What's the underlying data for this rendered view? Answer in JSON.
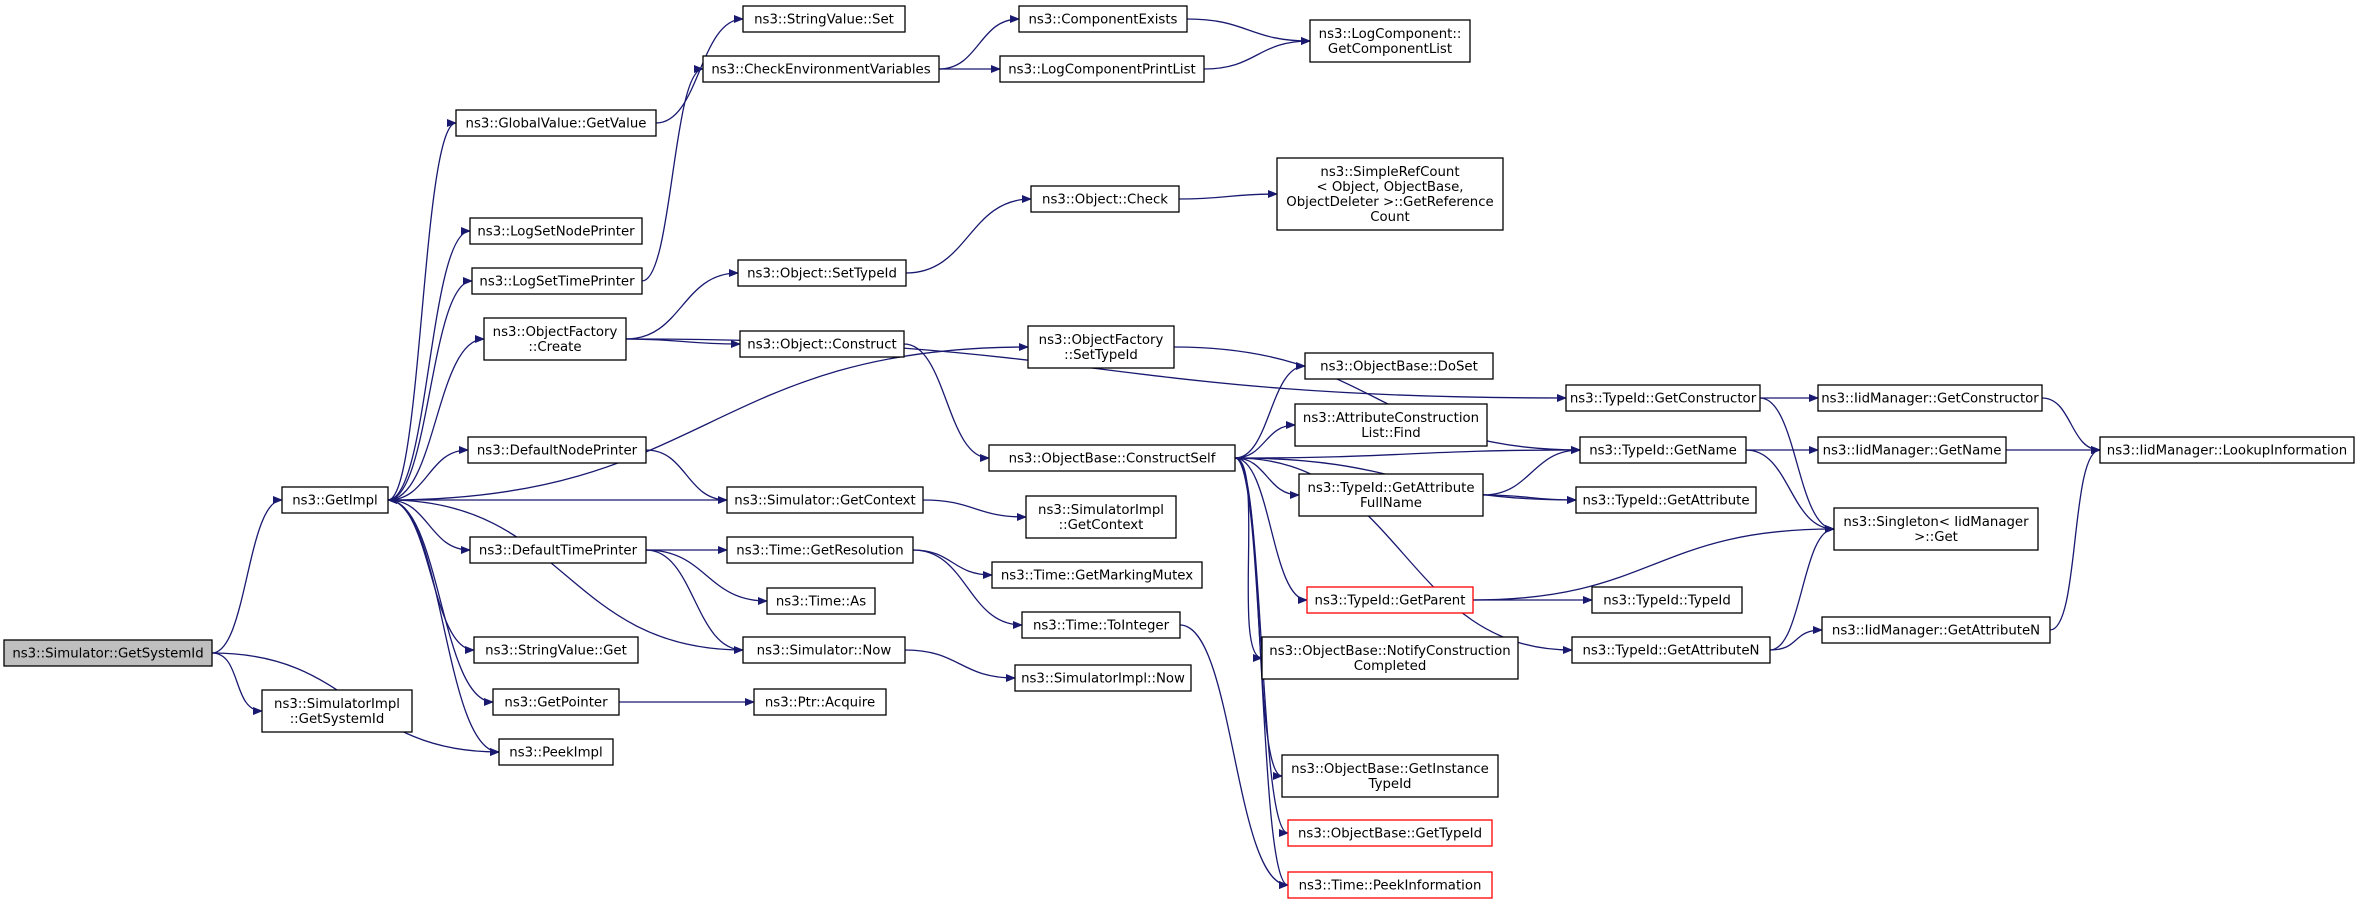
{
  "diagram": {
    "type": "call-graph",
    "colors": {
      "edge": "#191970",
      "node_border": "#000000",
      "root_fill": "#bfbfbf",
      "truncated_border": "#ff0000"
    },
    "nodes": [
      {
        "id": "getsystemid",
        "lines": [
          "ns3::Simulator::GetSystemId"
        ],
        "style": "root"
      },
      {
        "id": "simimpl_getsystemid",
        "lines": [
          "ns3::SimulatorImpl",
          "::GetSystemId"
        ]
      },
      {
        "id": "getimpl",
        "lines": [
          "ns3::GetImpl"
        ]
      },
      {
        "id": "peekimpl",
        "lines": [
          "ns3::PeekImpl"
        ]
      },
      {
        "id": "globalvalue_getvalue",
        "lines": [
          "ns3::GlobalValue::GetValue"
        ]
      },
      {
        "id": "logsetnodeprinter",
        "lines": [
          "ns3::LogSetNodePrinter"
        ]
      },
      {
        "id": "logsettimeprinter",
        "lines": [
          "ns3::LogSetTimePrinter"
        ]
      },
      {
        "id": "objectfactory_create",
        "lines": [
          "ns3::ObjectFactory",
          "::Create"
        ]
      },
      {
        "id": "defaultnodeprinter",
        "lines": [
          "ns3::DefaultNodePrinter"
        ]
      },
      {
        "id": "defaulttimeprinter",
        "lines": [
          "ns3::DefaultTimePrinter"
        ]
      },
      {
        "id": "stringvalue_get",
        "lines": [
          "ns3::StringValue::Get"
        ]
      },
      {
        "id": "getpointer",
        "lines": [
          "ns3::GetPointer"
        ]
      },
      {
        "id": "stringvalue_set",
        "lines": [
          "ns3::StringValue::Set"
        ]
      },
      {
        "id": "checkenvvars",
        "lines": [
          "ns3::CheckEnvironmentVariables"
        ]
      },
      {
        "id": "object_settypeid",
        "lines": [
          "ns3::Object::SetTypeId"
        ]
      },
      {
        "id": "object_construct",
        "lines": [
          "ns3::Object::Construct"
        ]
      },
      {
        "id": "simulator_getcontext",
        "lines": [
          "ns3::Simulator::GetContext"
        ]
      },
      {
        "id": "time_getresolution",
        "lines": [
          "ns3::Time::GetResolution"
        ]
      },
      {
        "id": "time_as",
        "lines": [
          "ns3::Time::As"
        ]
      },
      {
        "id": "simulator_now",
        "lines": [
          "ns3::Simulator::Now"
        ]
      },
      {
        "id": "ptr_acquire",
        "lines": [
          "ns3::Ptr::Acquire"
        ]
      },
      {
        "id": "componentexists",
        "lines": [
          "ns3::ComponentExists"
        ]
      },
      {
        "id": "logcomponentprintlist",
        "lines": [
          "ns3::LogComponentPrintList"
        ]
      },
      {
        "id": "logcomponent_getlist",
        "lines": [
          "ns3::LogComponent::",
          "GetComponentList"
        ]
      },
      {
        "id": "object_check",
        "lines": [
          "ns3::Object::Check"
        ]
      },
      {
        "id": "simplerefcount",
        "lines": [
          "ns3::SimpleRefCount",
          "< Object, ObjectBase,",
          " ObjectDeleter >::GetReference",
          "Count"
        ]
      },
      {
        "id": "objectfactory_settypeid",
        "lines": [
          "ns3::ObjectFactory",
          "::SetTypeId"
        ]
      },
      {
        "id": "constructself",
        "lines": [
          "ns3::ObjectBase::ConstructSelf"
        ]
      },
      {
        "id": "simimpl_getcontext",
        "lines": [
          "ns3::SimulatorImpl",
          "::GetContext"
        ]
      },
      {
        "id": "time_getmarkingmutex",
        "lines": [
          "ns3::Time::GetMarkingMutex"
        ]
      },
      {
        "id": "time_tointeger",
        "lines": [
          "ns3::Time::ToInteger"
        ]
      },
      {
        "id": "simimpl_now",
        "lines": [
          "ns3::SimulatorImpl::Now"
        ]
      },
      {
        "id": "objectbase_doset",
        "lines": [
          "ns3::ObjectBase::DoSet"
        ]
      },
      {
        "id": "attrconstructionlist_find",
        "lines": [
          "ns3::AttributeConstruction",
          "List::Find"
        ]
      },
      {
        "id": "typeid_getattributefullname",
        "lines": [
          "ns3::TypeId::GetAttribute",
          "FullName"
        ]
      },
      {
        "id": "typeid_getparent",
        "lines": [
          "ns3::TypeId::GetParent"
        ],
        "style": "truncated"
      },
      {
        "id": "objectbase_notifyconstruction",
        "lines": [
          "ns3::ObjectBase::NotifyConstruction",
          "Completed"
        ]
      },
      {
        "id": "objectbase_getinstancetypeid",
        "lines": [
          "ns3::ObjectBase::GetInstance",
          "TypeId"
        ]
      },
      {
        "id": "objectbase_gettypeid",
        "lines": [
          "ns3::ObjectBase::GetTypeId"
        ],
        "style": "truncated"
      },
      {
        "id": "time_peekinformation",
        "lines": [
          "ns3::Time::PeekInformation"
        ],
        "style": "truncated"
      },
      {
        "id": "typeid_getconstructor",
        "lines": [
          "ns3::TypeId::GetConstructor"
        ]
      },
      {
        "id": "typeid_getname",
        "lines": [
          "ns3::TypeId::GetName"
        ]
      },
      {
        "id": "typeid_getattribute",
        "lines": [
          "ns3::TypeId::GetAttribute"
        ]
      },
      {
        "id": "typeid_typeid",
        "lines": [
          "ns3::TypeId::TypeId"
        ]
      },
      {
        "id": "typeid_getattributen",
        "lines": [
          "ns3::TypeId::GetAttributeN"
        ]
      },
      {
        "id": "iidmanager_getconstructor",
        "lines": [
          "ns3::IidManager::GetConstructor"
        ]
      },
      {
        "id": "iidmanager_getname",
        "lines": [
          "ns3::IidManager::GetName"
        ]
      },
      {
        "id": "singleton_iidmanager_get",
        "lines": [
          "ns3::Singleton< IidManager",
          " >::Get"
        ]
      },
      {
        "id": "iidmanager_getattributen",
        "lines": [
          "ns3::IidManager::GetAttributeN"
        ]
      },
      {
        "id": "iidmanager_lookupinformation",
        "lines": [
          "ns3::IidManager::LookupInformation"
        ]
      }
    ],
    "edges": [
      [
        "getsystemid",
        "getimpl"
      ],
      [
        "getsystemid",
        "simimpl_getsystemid"
      ],
      [
        "getsystemid",
        "peekimpl"
      ],
      [
        "getimpl",
        "globalvalue_getvalue"
      ],
      [
        "getimpl",
        "logsetnodeprinter"
      ],
      [
        "getimpl",
        "logsettimeprinter"
      ],
      [
        "getimpl",
        "objectfactory_create"
      ],
      [
        "getimpl",
        "objectfactory_settypeid"
      ],
      [
        "getimpl",
        "defaultnodeprinter"
      ],
      [
        "getimpl",
        "defaulttimeprinter"
      ],
      [
        "getimpl",
        "stringvalue_get"
      ],
      [
        "getimpl",
        "getpointer"
      ],
      [
        "getimpl",
        "peekimpl"
      ],
      [
        "globalvalue_getvalue",
        "stringvalue_set"
      ],
      [
        "logsettimeprinter",
        "checkenvvars"
      ],
      [
        "checkenvvars",
        "componentexists"
      ],
      [
        "checkenvvars",
        "logcomponentprintlist"
      ],
      [
        "componentexists",
        "logcomponent_getlist"
      ],
      [
        "logcomponentprintlist",
        "logcomponent_getlist"
      ],
      [
        "objectfactory_create",
        "object_settypeid"
      ],
      [
        "objectfactory_create",
        "object_construct"
      ],
      [
        "objectfactory_create",
        "typeid_getconstructor"
      ],
      [
        "object_settypeid",
        "object_check"
      ],
      [
        "object_check",
        "simplerefcount"
      ],
      [
        "object_construct",
        "constructself"
      ],
      [
        "objectfactory_settypeid",
        "typeid_getname"
      ],
      [
        "defaultnodeprinter",
        "simulator_getcontext"
      ],
      [
        "simulator_getcontext",
        "getimpl"
      ],
      [
        "simulator_getcontext",
        "simimpl_getcontext"
      ],
      [
        "defaulttimeprinter",
        "time_getresolution"
      ],
      [
        "defaulttimeprinter",
        "time_as"
      ],
      [
        "defaulttimeprinter",
        "simulator_now"
      ],
      [
        "simulator_now",
        "getimpl"
      ],
      [
        "simulator_now",
        "simimpl_now"
      ],
      [
        "time_getresolution",
        "time_getmarkingmutex"
      ],
      [
        "time_getresolution",
        "time_tointeger"
      ],
      [
        "time_tointeger",
        "time_peekinformation"
      ],
      [
        "getpointer",
        "ptr_acquire"
      ],
      [
        "constructself",
        "objectbase_doset"
      ],
      [
        "constructself",
        "attrconstructionlist_find"
      ],
      [
        "constructself",
        "typeid_getattributefullname"
      ],
      [
        "constructself",
        "typeid_getname"
      ],
      [
        "constructself",
        "typeid_getattribute"
      ],
      [
        "constructself",
        "typeid_getparent"
      ],
      [
        "constructself",
        "objectbase_notifyconstruction"
      ],
      [
        "constructself",
        "objectbase_getinstancetypeid"
      ],
      [
        "constructself",
        "objectbase_gettypeid"
      ],
      [
        "constructself",
        "time_peekinformation"
      ],
      [
        "constructself",
        "typeid_getattributen"
      ],
      [
        "typeid_getattributefullname",
        "typeid_getname"
      ],
      [
        "typeid_getattributefullname",
        "typeid_getattribute"
      ],
      [
        "typeid_getparent",
        "typeid_typeid"
      ],
      [
        "typeid_getparent",
        "singleton_iidmanager_get"
      ],
      [
        "typeid_getconstructor",
        "iidmanager_getconstructor"
      ],
      [
        "typeid_getconstructor",
        "singleton_iidmanager_get"
      ],
      [
        "typeid_getname",
        "iidmanager_getname"
      ],
      [
        "typeid_getname",
        "singleton_iidmanager_get"
      ],
      [
        "typeid_getattributen",
        "iidmanager_getattributen"
      ],
      [
        "typeid_getattributen",
        "singleton_iidmanager_get"
      ],
      [
        "iidmanager_getconstructor",
        "iidmanager_lookupinformation"
      ],
      [
        "iidmanager_getname",
        "iidmanager_lookupinformation"
      ],
      [
        "iidmanager_getattributen",
        "iidmanager_lookupinformation"
      ]
    ]
  }
}
